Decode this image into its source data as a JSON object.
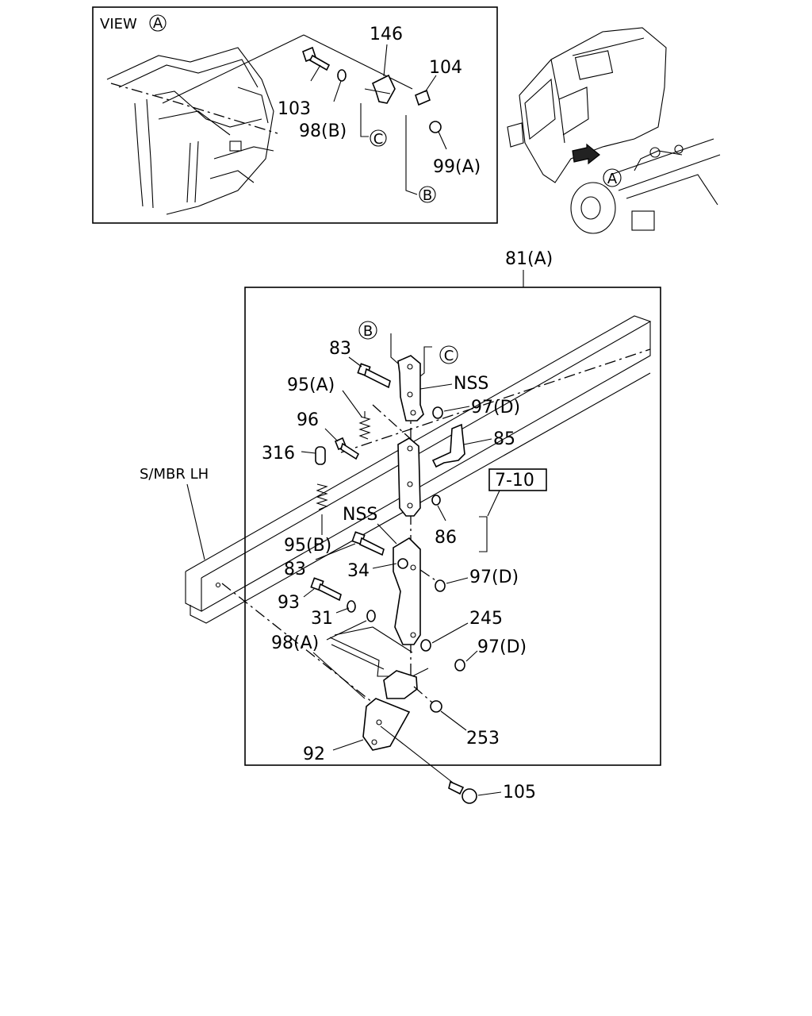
{
  "view_box": {
    "title": "VIEW",
    "circle_letter": "A"
  },
  "truck_callout": {
    "circle_letter": "A"
  },
  "callouts": {
    "p146": "146",
    "p104": "104",
    "p103": "103",
    "p98b": "98(B)",
    "p99a": "99(A)",
    "p81a": "81(A)",
    "p83_top": "83",
    "nss_top": "NSS",
    "p95a": "95(A)",
    "p97d_1": "97(D)",
    "p96": "96",
    "p85": "85",
    "p316": "316",
    "ref_7_10": "7-10",
    "smbr_lh": "S/MBR LH",
    "nss_mid": "NSS",
    "p86": "86",
    "p95b": "95(B)",
    "p83_mid": "83",
    "p34": "34",
    "p97d_2": "97(D)",
    "p93": "93",
    "p31": "31",
    "p245": "245",
    "p98a": "98(A)",
    "p97d_3": "97(D)",
    "p253": "253",
    "p92": "92",
    "p105": "105"
  },
  "circle_refs": {
    "c_view": "C",
    "b_view": "B",
    "b_main": "B",
    "c_main": "C"
  }
}
